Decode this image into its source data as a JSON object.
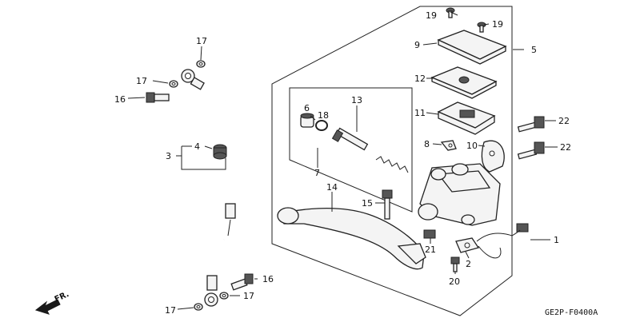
{
  "labels": {
    "p1": "1",
    "p2": "2",
    "p3": "3",
    "p4": "4",
    "p5": "5",
    "p6": "6",
    "p7": "7",
    "p8": "8",
    "p9": "9",
    "p10": "10",
    "p11": "11",
    "p12": "12",
    "p13": "13",
    "p14": "14",
    "p15": "15",
    "p16a": "16",
    "p16b": "16",
    "p17a": "17",
    "p17b": "17",
    "p17c": "17",
    "p17d": "17",
    "p18": "18",
    "p19a": "19",
    "p19b": "19",
    "p20": "20",
    "p21": "21",
    "p22a": "22",
    "p22b": "22"
  },
  "direction": "FR.",
  "diagram_code": "GE2P-F0400A"
}
